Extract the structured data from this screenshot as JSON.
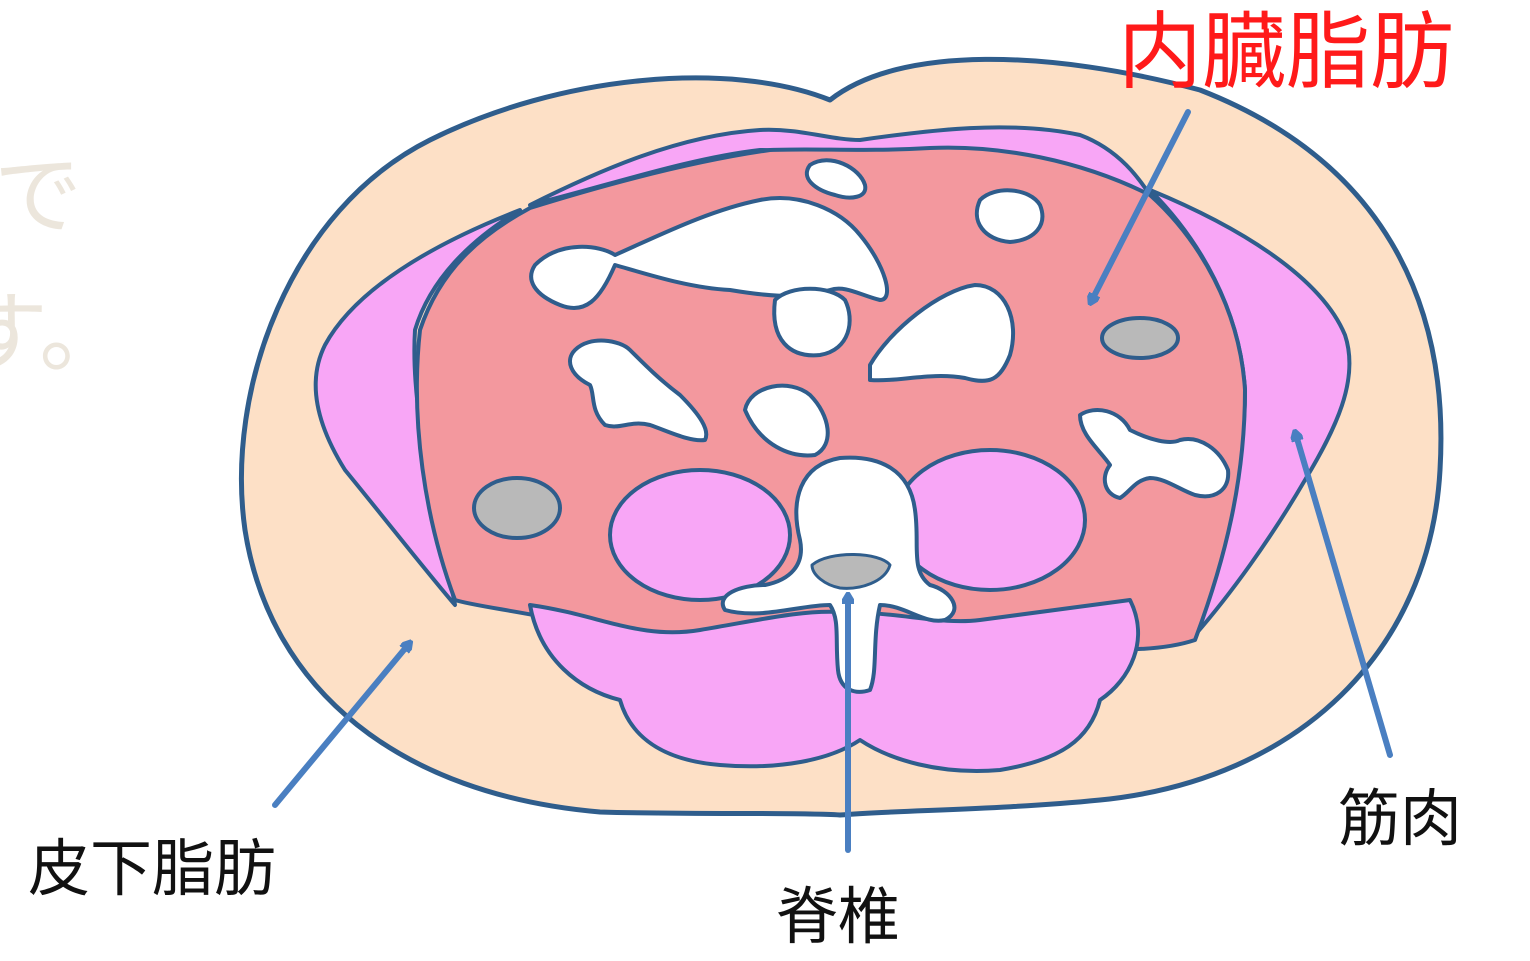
{
  "labels": {
    "visceral_fat": "内臓脂肪",
    "muscle": "筋肉",
    "subcutaneous_fat": "皮下脂肪",
    "spine": "脊椎"
  },
  "background_text": {
    "fragment_1": "で",
    "fragment_2": "す。"
  },
  "colors": {
    "subcutaneous_fat": "#fde0c6",
    "muscle": "#f8a6f6",
    "visceral_fat": "#f3989e",
    "organ_white": "#ffffff",
    "gray_spot": "#b9b9b9",
    "outline": "#2f5d8c",
    "arrow": "#4a7fc1",
    "highlight_label": "#ff1a1a"
  }
}
